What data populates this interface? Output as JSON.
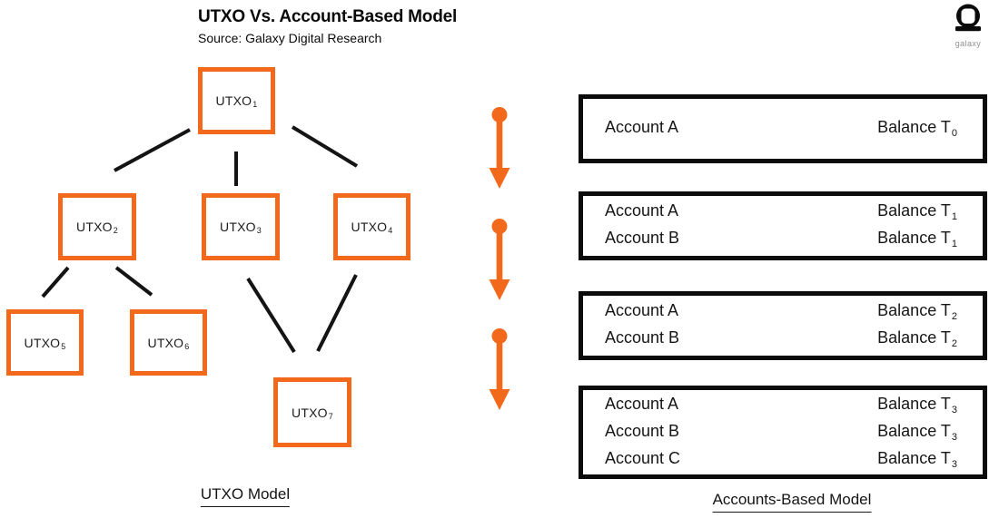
{
  "header": {
    "title": "UTXO Vs. Account-Based Model",
    "source": "Source: Galaxy Digital Research"
  },
  "logo": {
    "wordmark": "galaxy"
  },
  "colors": {
    "accent_orange": "#F2691C",
    "line_black": "#141414"
  },
  "utxo_model": {
    "caption": "UTXO Model",
    "nodes": [
      {
        "base": "UTXO",
        "sub": "1"
      },
      {
        "base": "UTXO",
        "sub": "2"
      },
      {
        "base": "UTXO",
        "sub": "3"
      },
      {
        "base": "UTXO",
        "sub": "4"
      },
      {
        "base": "UTXO",
        "sub": "5"
      },
      {
        "base": "UTXO",
        "sub": "6"
      },
      {
        "base": "UTXO",
        "sub": "7"
      }
    ]
  },
  "accounts_model": {
    "caption": "Accounts-Based Model",
    "boxes": [
      {
        "rows": [
          {
            "account": "Account A",
            "balance": "Balance T",
            "sub": "0"
          }
        ]
      },
      {
        "rows": [
          {
            "account": "Account A",
            "balance": "Balance T",
            "sub": "1"
          },
          {
            "account": "Account B",
            "balance": "Balance T",
            "sub": "1"
          }
        ]
      },
      {
        "rows": [
          {
            "account": "Account A",
            "balance": "Balance T",
            "sub": "2"
          },
          {
            "account": "Account B",
            "balance": "Balance T",
            "sub": "2"
          }
        ]
      },
      {
        "rows": [
          {
            "account": "Account A",
            "balance": "Balance T",
            "sub": "3"
          },
          {
            "account": "Account B",
            "balance": "Balance T",
            "sub": "3"
          },
          {
            "account": "Account C",
            "balance": "Balance T",
            "sub": "3"
          }
        ]
      }
    ]
  }
}
